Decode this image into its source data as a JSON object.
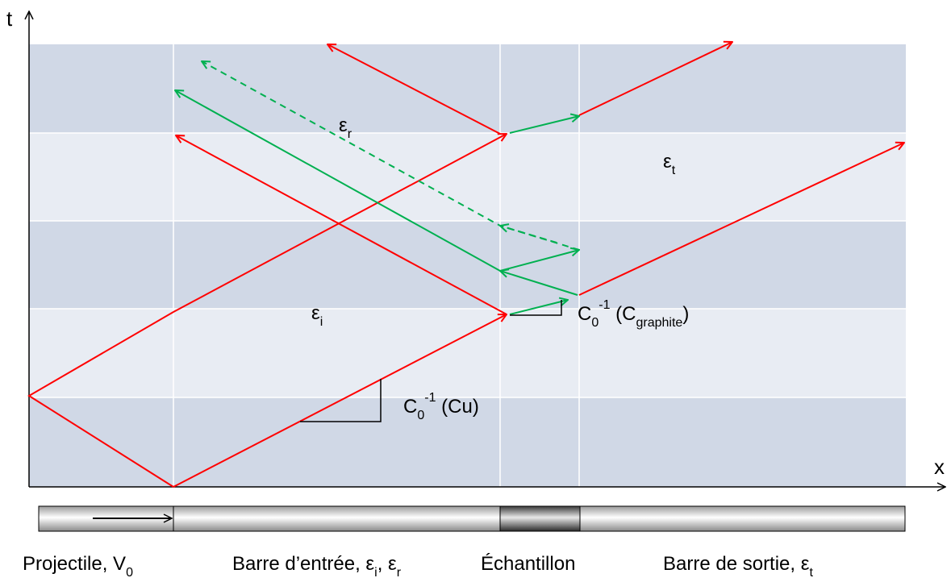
{
  "diagram": {
    "axis_labels": {
      "t": "t",
      "x": "x"
    },
    "region_labels": {
      "eps_i": {
        "base": "ε",
        "sub": "i"
      },
      "eps_r": {
        "base": "ε",
        "sub": "r"
      },
      "eps_t": {
        "base": "ε",
        "sub": "t"
      }
    },
    "slope_labels": {
      "cu": {
        "base": "C",
        "sub": "0",
        "sup": "-1",
        "rest": " (Cu)"
      },
      "graphite": {
        "base": "C",
        "sub": "0",
        "sup": "-1",
        "open": " (C",
        "sub2": "graphite",
        "close": ")"
      }
    },
    "bar_labels": {
      "projectile": {
        "text": "Projectile, V",
        "sub": "0"
      },
      "input_bar": {
        "text": "Barre d’entrée, ε",
        "sub1": "i",
        "mid": ", ε",
        "sub2": "r"
      },
      "sample": {
        "text": "Échantillon"
      },
      "output_bar": {
        "text": "Barre de sortie, ε",
        "sub": "t"
      }
    },
    "colors": {
      "red_wave": "#ff0000",
      "green_wave": "#00b050",
      "band_dark": "#d0d8e6",
      "band_light": "#e8ecf3",
      "divider": "#ffffff",
      "axis": "#000000"
    }
  }
}
